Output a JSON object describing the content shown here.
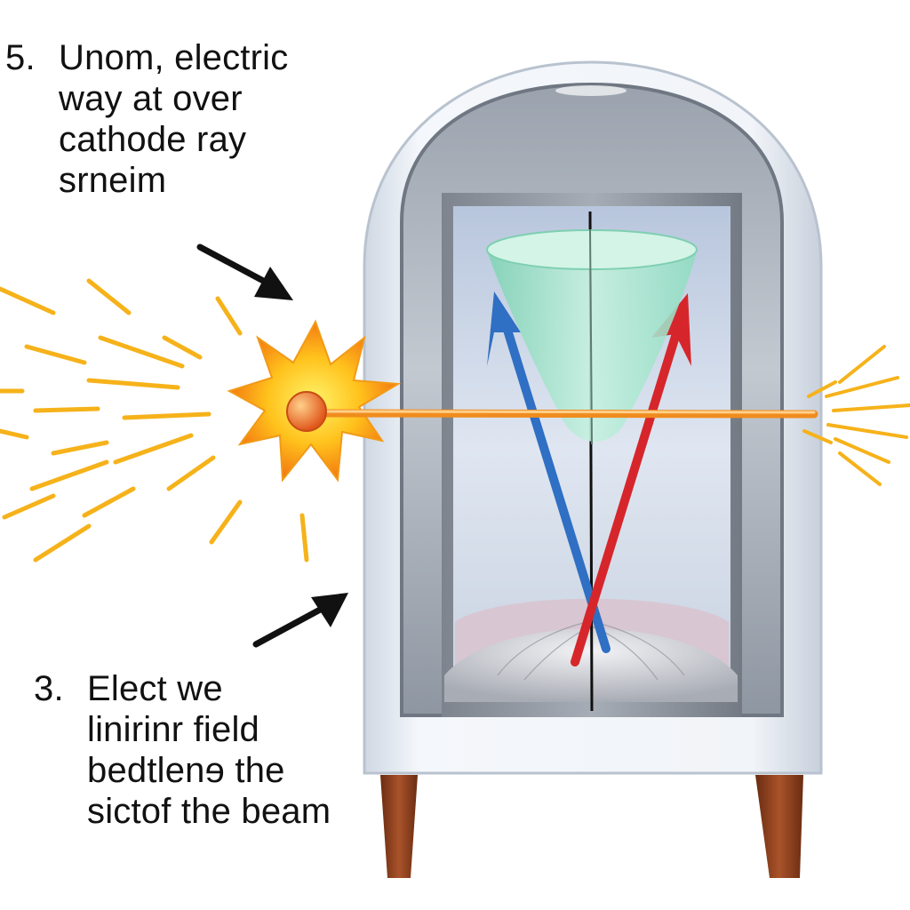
{
  "captions": {
    "top": {
      "number": "5.",
      "lines": [
        "Unom, electric",
        "way at over",
        "cathode ray",
        "srneim"
      ]
    },
    "bottom": {
      "number": "3.",
      "lines": [
        "Elect we",
        "linirinr field",
        "bedtlenɘ the",
        "sictof the beam"
      ]
    }
  },
  "colors": {
    "beam": "#f08c1e",
    "spark": "#f6b21a",
    "arrow_blue": "#2f6fc4",
    "arrow_red": "#d6262b",
    "cone": "#a9e6cf",
    "tube_shell": "#e8edf3",
    "leg": "#8a3e1c"
  }
}
